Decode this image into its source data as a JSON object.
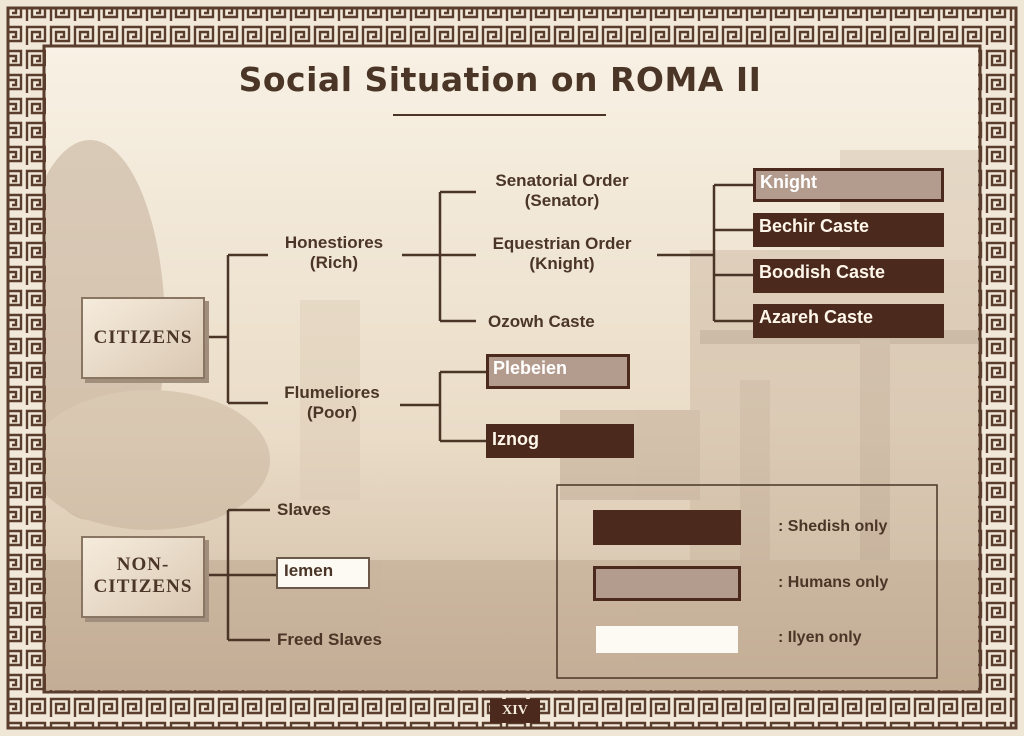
{
  "title": "Social Situation on ROMA II",
  "groups": {
    "citizens": "CITIZENS",
    "non_citizens_1": "NON-",
    "non_citizens_2": "CITIZENS"
  },
  "citizens": {
    "honestiores": {
      "name": "Honestiores",
      "sub": "(Rich)"
    },
    "flumeliores": {
      "name": "Flumeliores",
      "sub": "(Poor)"
    },
    "senatorial": {
      "name": "Senatorial Order",
      "sub": "(Senator)"
    },
    "equestrian": {
      "name": "Equestrian Order",
      "sub": "(Knight)"
    },
    "ozowh": "Ozowh Caste",
    "knight": "Knight",
    "bechir": "Bechir Caste",
    "boodish": "Boodish Caste",
    "azareh": "Azareh Caste",
    "plebeien": "Plebeien",
    "iznog": "Iznog"
  },
  "non_citizens": {
    "slaves": "Slaves",
    "iemen": "Iemen",
    "freed": "Freed Slaves"
  },
  "legend": {
    "shedish": ": Shedish only",
    "humans": ": Humans only",
    "ilyen": ": Ilyen only"
  },
  "page_number": "XIV",
  "colors": {
    "shedish": "#4b2a1d",
    "humans": "#b39c8d",
    "ilyen": "#fdfaf4",
    "frame": "#5a3d2c"
  }
}
